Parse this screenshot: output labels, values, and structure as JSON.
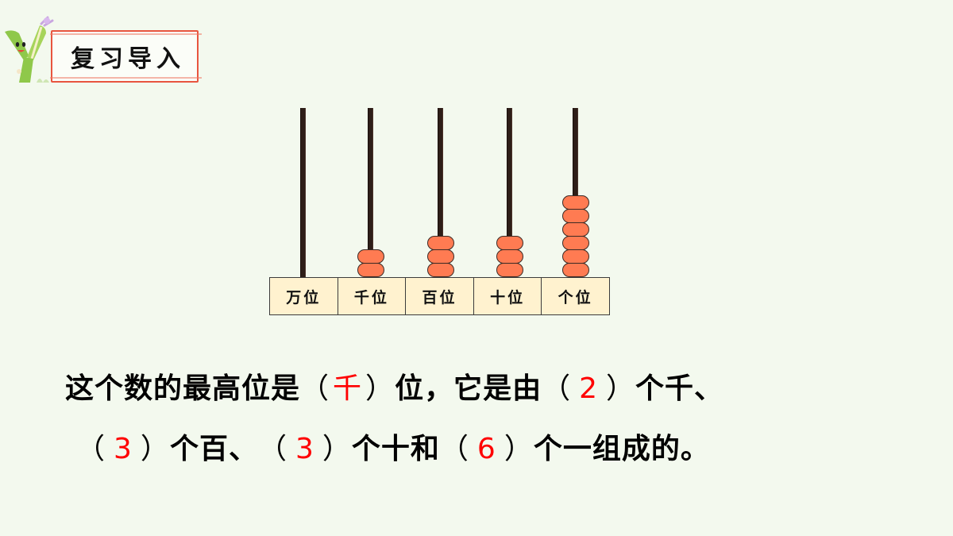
{
  "header": {
    "title": "复习导入",
    "mascot_icon": "letter-y-mascot-icon",
    "border_color": "#e8553f"
  },
  "abacus": {
    "rod_color": "#2e1e18",
    "bead_color": "#ff7b52",
    "table_bg": "#fff2cf",
    "places": [
      {
        "label": "万位",
        "beads": 0
      },
      {
        "label": "千位",
        "beads": 2
      },
      {
        "label": "百位",
        "beads": 3
      },
      {
        "label": "十位",
        "beads": 3
      },
      {
        "label": "个位",
        "beads": 6
      }
    ]
  },
  "question": {
    "answer_color": "#ff0000",
    "line1": {
      "t1": "这个数的最高位是",
      "p_open1": "（",
      "ans1": "千",
      "p_close1": "）",
      "t2": "位，它是由",
      "p_open2": "（",
      "ans2": "2",
      "p_close2": "）",
      "t3": "个千、"
    },
    "line2": {
      "p_open1": "（",
      "ans1": "3",
      "p_close1": "）",
      "t1": "个百、",
      "p_open2": "（",
      "ans2": "3",
      "p_close2": "）",
      "t2": "个十和",
      "p_open3": "（",
      "ans3": "6",
      "p_close3": "）",
      "t3": "个一组成的。"
    }
  }
}
